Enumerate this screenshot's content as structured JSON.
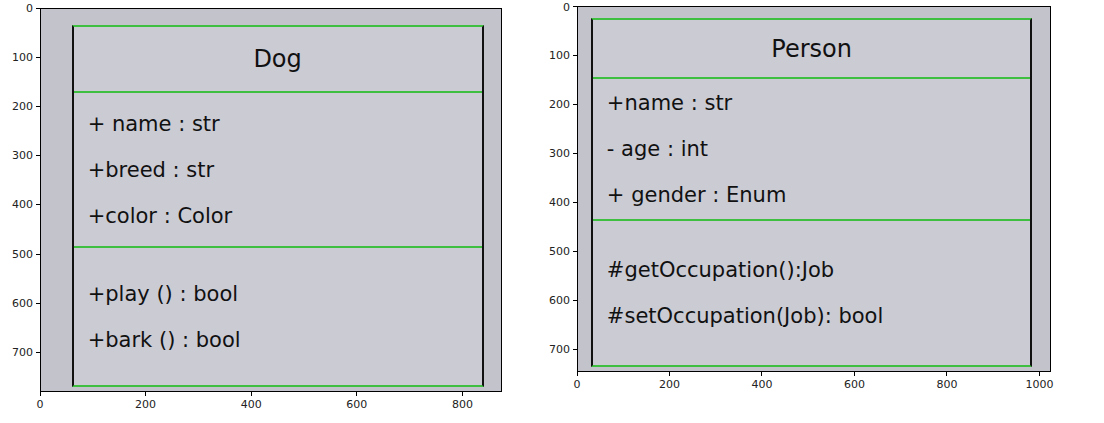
{
  "diagram": {
    "nodes": [
      {
        "text": [
          "Dog",
          "+ name : str",
          "+breed : str",
          "+color : Color",
          "+play () : bool",
          "+bark () : bool"
        ]
      },
      {
        "text": [
          "Person",
          "+name : str",
          "- age : int",
          "+ gender : Enum",
          "#getOccupation():Job",
          "#setOccupation(Job): bool"
        ]
      }
    ],
    "labels": [
      "0",
      "100",
      "200",
      "300",
      "400",
      "500",
      "600",
      "700",
      "0",
      "200",
      "400",
      "600",
      "800",
      "0",
      "100",
      "200",
      "300",
      "400",
      "500",
      "600",
      "700",
      "0",
      "200",
      "400",
      "600",
      "800",
      "1000"
    ]
  }
}
